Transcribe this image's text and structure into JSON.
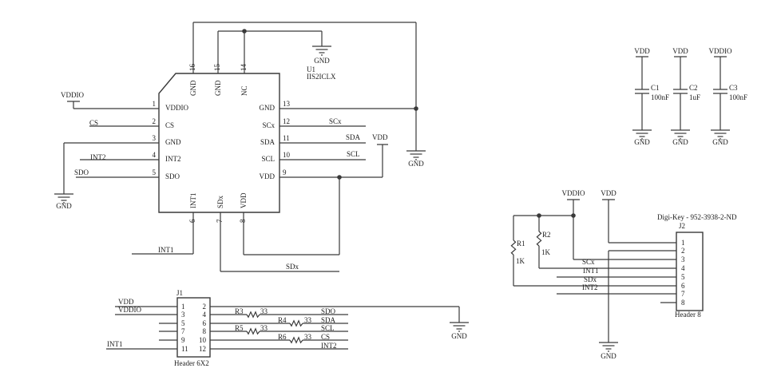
{
  "gnd": "GND",
  "ic": {
    "refdes": "U1",
    "part": "IIS2ICLX",
    "left_pins": [
      {
        "num": "1",
        "name": "VDDIO"
      },
      {
        "num": "2",
        "name": "CS"
      },
      {
        "num": "3",
        "name": "GND"
      },
      {
        "num": "4",
        "name": "INT2"
      },
      {
        "num": "5",
        "name": "SDO"
      }
    ],
    "right_pins": [
      {
        "num": "13",
        "name": "GND"
      },
      {
        "num": "12",
        "name": "SCx"
      },
      {
        "num": "11",
        "name": "SDA"
      },
      {
        "num": "10",
        "name": "SCL"
      },
      {
        "num": "9",
        "name": "VDD"
      }
    ],
    "top_pins": [
      {
        "num": "16",
        "name": "GND"
      },
      {
        "num": "15",
        "name": "GND"
      },
      {
        "num": "14",
        "name": "NC"
      }
    ],
    "bottom_pins": [
      {
        "num": "6",
        "name": "INT1"
      },
      {
        "num": "7",
        "name": "SDx"
      },
      {
        "num": "8",
        "name": "VDD"
      }
    ],
    "left_nets": {
      "power": "VDDIO",
      "cs": "CS",
      "int2": "INT2",
      "sdo": "SDO"
    },
    "right_nets": {
      "scx": "SCx",
      "sda": "SDA",
      "scl": "SCL",
      "power": "VDD"
    },
    "bottom_nets": {
      "int1": "INT1",
      "sdx": "SDx"
    }
  },
  "caps": [
    {
      "ref": "C1",
      "value": "100nF",
      "rail": "VDD"
    },
    {
      "ref": "C2",
      "value": "1uF",
      "rail": "VDD"
    },
    {
      "ref": "C3",
      "value": "100nF",
      "rail": "VDDIO"
    }
  ],
  "pullups": {
    "rail_vddio": "VDDIO",
    "rail_vdd": "VDD",
    "r1": {
      "ref": "R1",
      "value": "1K"
    },
    "r2": {
      "ref": "R2",
      "value": "1K"
    },
    "nets": {
      "scx": "SCx",
      "int1": "INT1",
      "sdx": "SDx",
      "int2": "INT2"
    }
  },
  "j2": {
    "digikey": "Digi-Key - 952-3938-2-ND",
    "refdes": "J2",
    "name": "Header 8",
    "pins": [
      "1",
      "2",
      "3",
      "4",
      "5",
      "6",
      "7",
      "8"
    ]
  },
  "j1": {
    "refdes": "J1",
    "name": "Header 6X2",
    "left_pins": [
      "1",
      "3",
      "5",
      "7",
      "9",
      "11"
    ],
    "right_pins": [
      "2",
      "4",
      "6",
      "8",
      "10",
      "12"
    ],
    "nets": {
      "vdd": "VDD",
      "vddio": "VDDIO",
      "int1": "INT1",
      "int2": "INT2"
    },
    "resistors": [
      {
        "ref": "R3",
        "value": "33",
        "net": "SDO"
      },
      {
        "ref": "R4",
        "value": "33",
        "net": "SDA"
      },
      {
        "ref": "R5",
        "value": "33",
        "net": "SCL"
      },
      {
        "ref": "R6",
        "value": "33",
        "net": "CS"
      }
    ]
  },
  "colors": {
    "wire": "#3a3a3a",
    "text": "#1c1c1c",
    "bg": "#ffffff"
  }
}
